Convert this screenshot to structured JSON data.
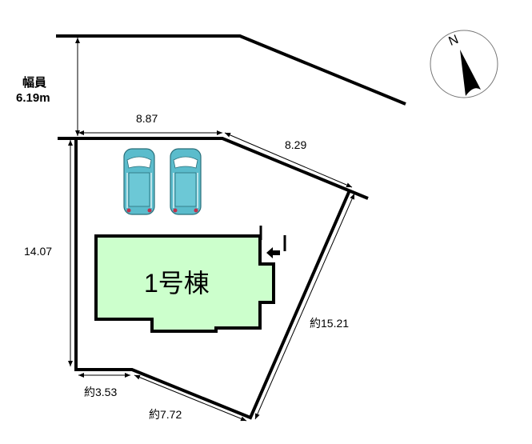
{
  "road": {
    "label": "幅員",
    "width": "6.19m"
  },
  "dimensions": {
    "top_front": "8.87",
    "top_diagonal": "8.29",
    "left": "14.07",
    "bottom_left": "約3.53",
    "bottom_diagonal": "約7.72",
    "right": "約15.21"
  },
  "building": {
    "label": "1号棟"
  },
  "compass": {
    "label": "N"
  },
  "colors": {
    "building_fill": "#ccffcc",
    "car": "#5bbccc"
  }
}
